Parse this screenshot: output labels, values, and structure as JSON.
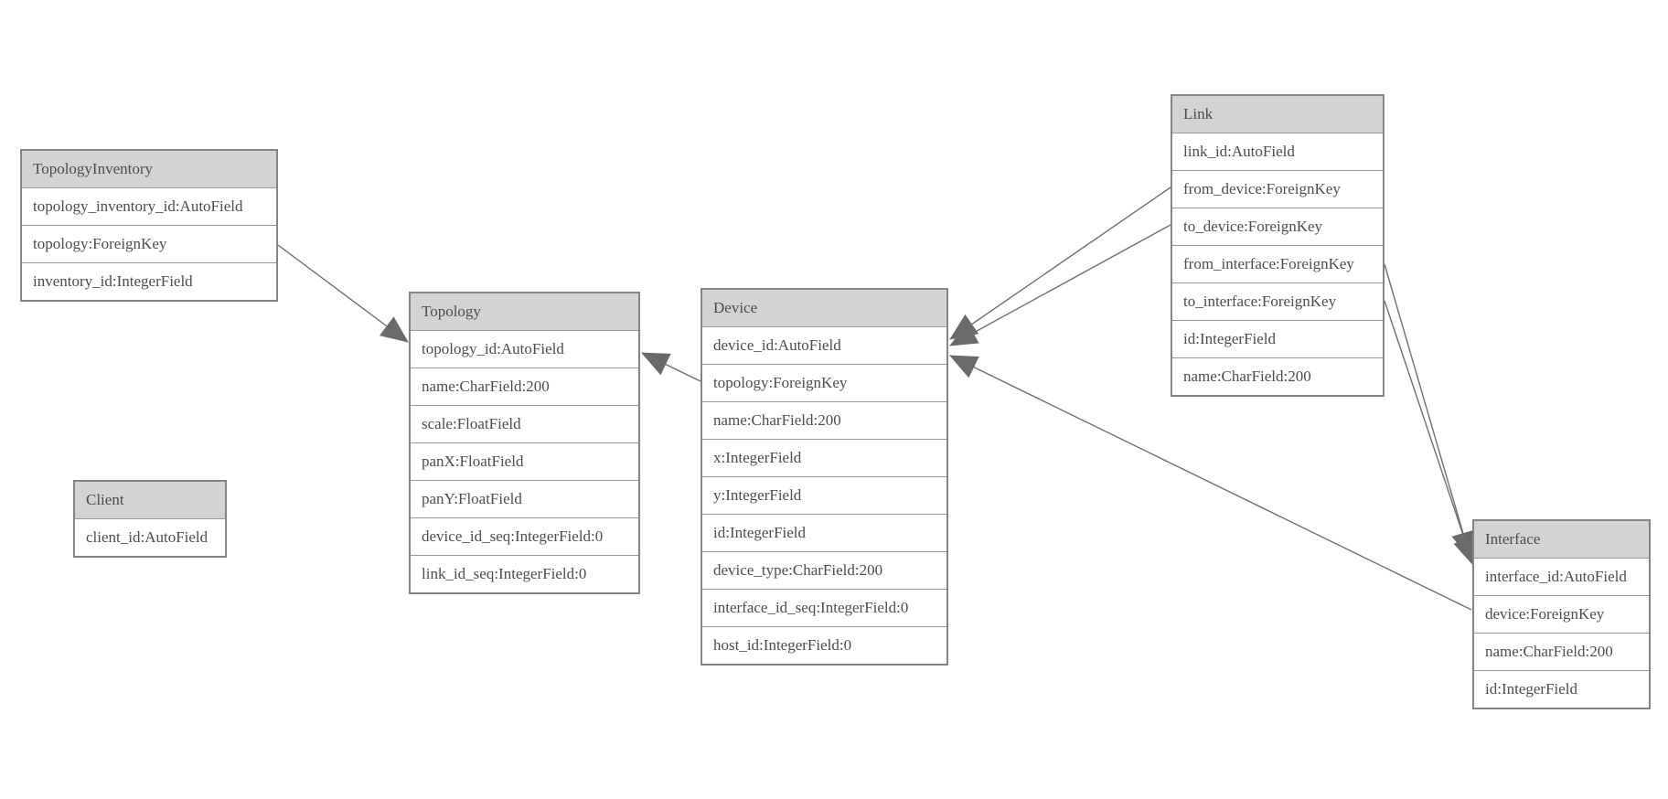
{
  "colors": {
    "background": "#ffffff",
    "entity_header_bg": "#d3d3d3",
    "entity_border": "#848484",
    "row_separator": "#989898",
    "text": "#4c4c4c",
    "edge_line": "#6f6f6f",
    "arrowhead": "#6a6a6a"
  },
  "entities": [
    {
      "name": "TopologyInventory",
      "fields": [
        "topology_inventory_id:AutoField",
        "topology:ForeignKey",
        "inventory_id:IntegerField"
      ]
    },
    {
      "name": "Topology",
      "fields": [
        "topology_id:AutoField",
        "name:CharField:200",
        "scale:FloatField",
        "panX:FloatField",
        "panY:FloatField",
        "device_id_seq:IntegerField:0",
        "link_id_seq:IntegerField:0"
      ]
    },
    {
      "name": "Client",
      "fields": [
        "client_id:AutoField"
      ]
    },
    {
      "name": "Device",
      "fields": [
        "device_id:AutoField",
        "topology:ForeignKey",
        "name:CharField:200",
        "x:IntegerField",
        "y:IntegerField",
        "id:IntegerField",
        "device_type:CharField:200",
        "interface_id_seq:IntegerField:0",
        "host_id:IntegerField:0"
      ]
    },
    {
      "name": "Link",
      "fields": [
        "link_id:AutoField",
        "from_device:ForeignKey",
        "to_device:ForeignKey",
        "from_interface:ForeignKey",
        "to_interface:ForeignKey",
        "id:IntegerField",
        "name:CharField:200"
      ]
    },
    {
      "name": "Interface",
      "fields": [
        "interface_id:AutoField",
        "device:ForeignKey",
        "name:CharField:200",
        "id:IntegerField"
      ]
    }
  ],
  "relationships": [
    {
      "from": "TopologyInventory.topology",
      "to": "Topology"
    },
    {
      "from": "Device.topology",
      "to": "Topology"
    },
    {
      "from": "Link.from_device",
      "to": "Device"
    },
    {
      "from": "Link.to_device",
      "to": "Device"
    },
    {
      "from": "Link.from_interface",
      "to": "Interface"
    },
    {
      "from": "Link.to_interface",
      "to": "Interface"
    },
    {
      "from": "Interface.device",
      "to": "Device"
    }
  ]
}
